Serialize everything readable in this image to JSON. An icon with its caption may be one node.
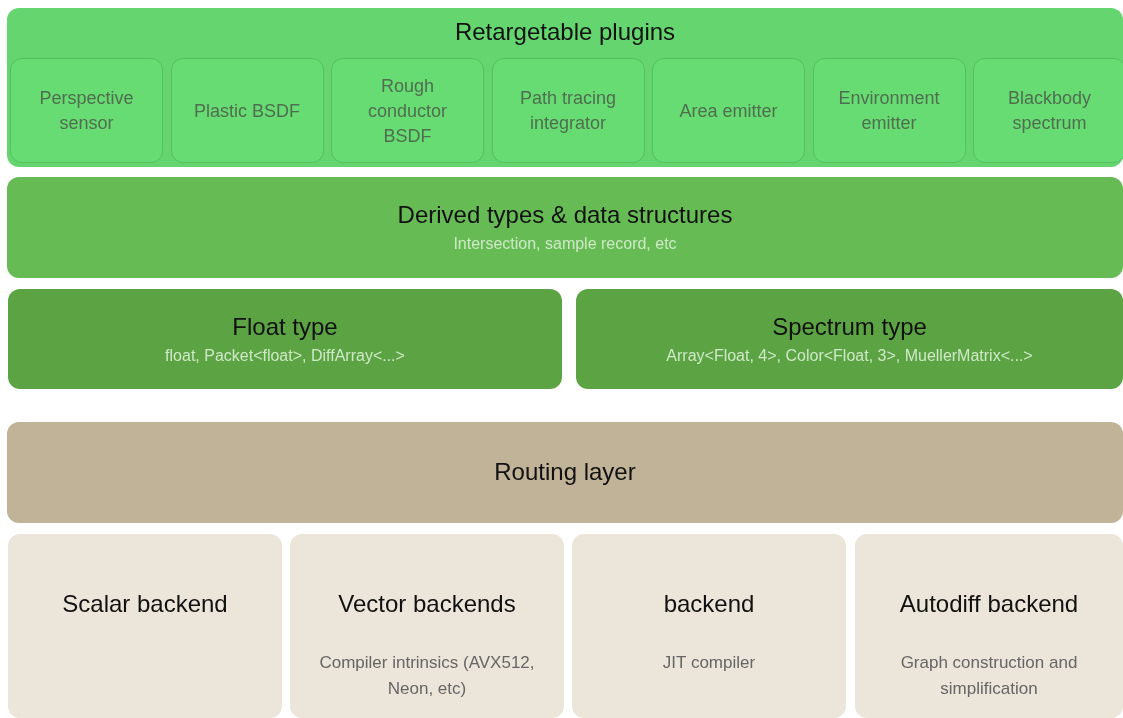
{
  "diagram": {
    "nodes": [
      {
        "text": [
          "Retargetable plugins"
        ]
      },
      {
        "text": [
          "Perspective sensor"
        ],
        "in": 0
      },
      {
        "text": [
          "Plastic BSDF"
        ],
        "in": 0
      },
      {
        "text": [
          "Rough conductor BSDF"
        ],
        "in": 0
      },
      {
        "text": [
          "Path tracing integrator"
        ],
        "in": 0
      },
      {
        "text": [
          "Area emitter"
        ],
        "in": 0
      },
      {
        "text": [
          "Environment emitter"
        ],
        "in": 0
      },
      {
        "text": [
          "Blackbody spectrum"
        ],
        "in": 0
      },
      {
        "text": [
          "Derived types & data structures",
          "Intersection, sample record, etc"
        ]
      },
      {
        "text": [
          "Float type",
          "float, Packet<float>, DiffArray<...>"
        ]
      },
      {
        "text": [
          "Spectrum type",
          "Array<Float, 4>, Color<Float, 3>, MuellerMatrix<...>"
        ]
      },
      {
        "text": [
          "Routing layer"
        ]
      },
      {
        "text": [
          "Scalar backend"
        ]
      },
      {
        "text": [
          "Vector backends",
          "Compiler intrinsics (AVX512, Neon, etc)"
        ]
      },
      {
        "text": [
          "backend",
          "JIT compiler"
        ]
      },
      {
        "text": [
          "Autodiff backend",
          "Graph construction and simplification"
        ]
      }
    ]
  }
}
